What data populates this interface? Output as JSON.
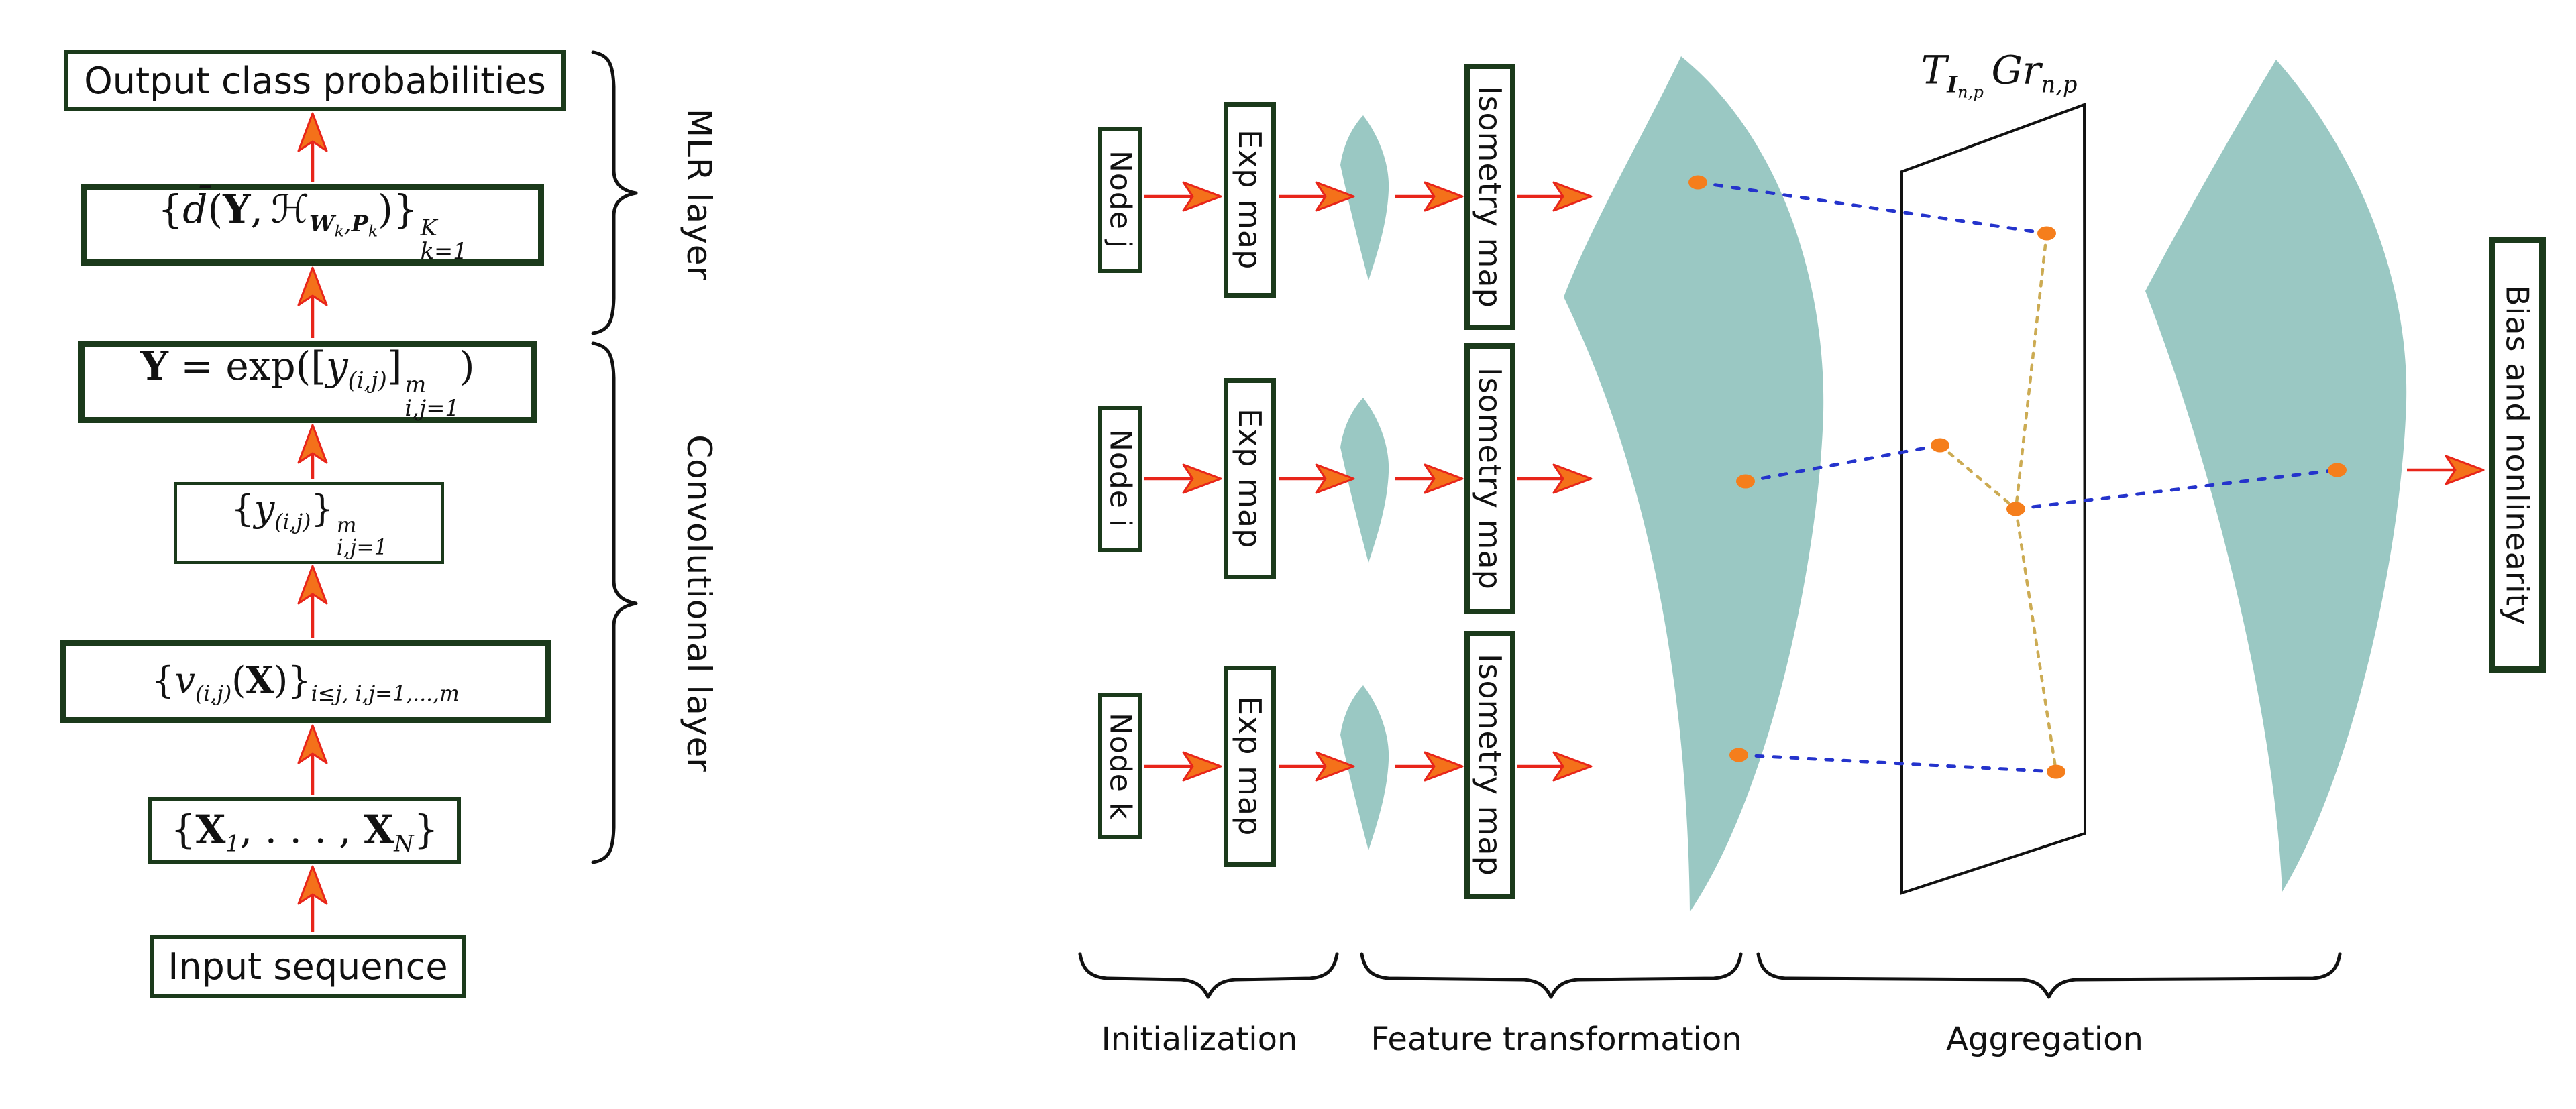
{
  "colors": {
    "teal": "#9ac8c3",
    "border": "#1b3a1b",
    "arrow_shaft": "#e8251a",
    "arrow_head": "#f4711a",
    "dot": "#f57e1c",
    "blue_dash": "#2433cc",
    "tan_dash": "#ccab53",
    "ink": "#111111"
  },
  "left": {
    "column_boxes": [
      {
        "name": "output-class-probabilities",
        "text": "Output class probabilities"
      },
      {
        "name": "mlr-distance-set",
        "html": "{<i>d&#772;</i>(<b>Y</b>,&thinsp;&#8459;<sub><b>W</b><sub>k</sub>,<b>P</b><sub>k</sub></sub>)}<span class=\"ss\"><span>K</span><span>k=1</span></span>"
      },
      {
        "name": "spd-matrix-exp",
        "html": "<b>Y</b> = exp([<i>y</i><sub>(i,j)</sub>]<span class=\"ss\"><span>m</span><span>i,j=1</span></span>)"
      },
      {
        "name": "conv-output-set",
        "html": "{<i>y</i><sub>(i,j)</sub>}<span class=\"ss\"><span>m</span><span>i,j=1</span></span>"
      },
      {
        "name": "conv-feature-set",
        "html": "{<i>v</i><sub>(i,j)</sub>(<b>X</b>)}<sub>i&le;j, i,j=1,...,m</sub>"
      },
      {
        "name": "input-matrix-set",
        "html": "{<b>X</b><sub>1</sub>, . . . , <b>X</b><sub>N</sub>}"
      },
      {
        "name": "input-sequence",
        "text": "Input sequence"
      }
    ],
    "layer_braces": [
      {
        "label": "MLR layer"
      },
      {
        "label": "Convolutional layer"
      }
    ]
  },
  "right": {
    "nodes": [
      {
        "label": "Node j"
      },
      {
        "label": "Node i"
      },
      {
        "label": "Node k"
      }
    ],
    "exp_map_label": "Exp map",
    "isometry_map_label": "Isometry map",
    "bias_box_label": "Bias and nonlinearity",
    "tangent_plane_label_html": "<i>T</i><sub><b>I</b><sub>n,p</sub></sub>&thinsp;Gr<sub>n,p</sub>",
    "stages": [
      {
        "label": "Initialization"
      },
      {
        "label": "Feature transformation"
      },
      {
        "label": "Aggregation"
      }
    ]
  }
}
